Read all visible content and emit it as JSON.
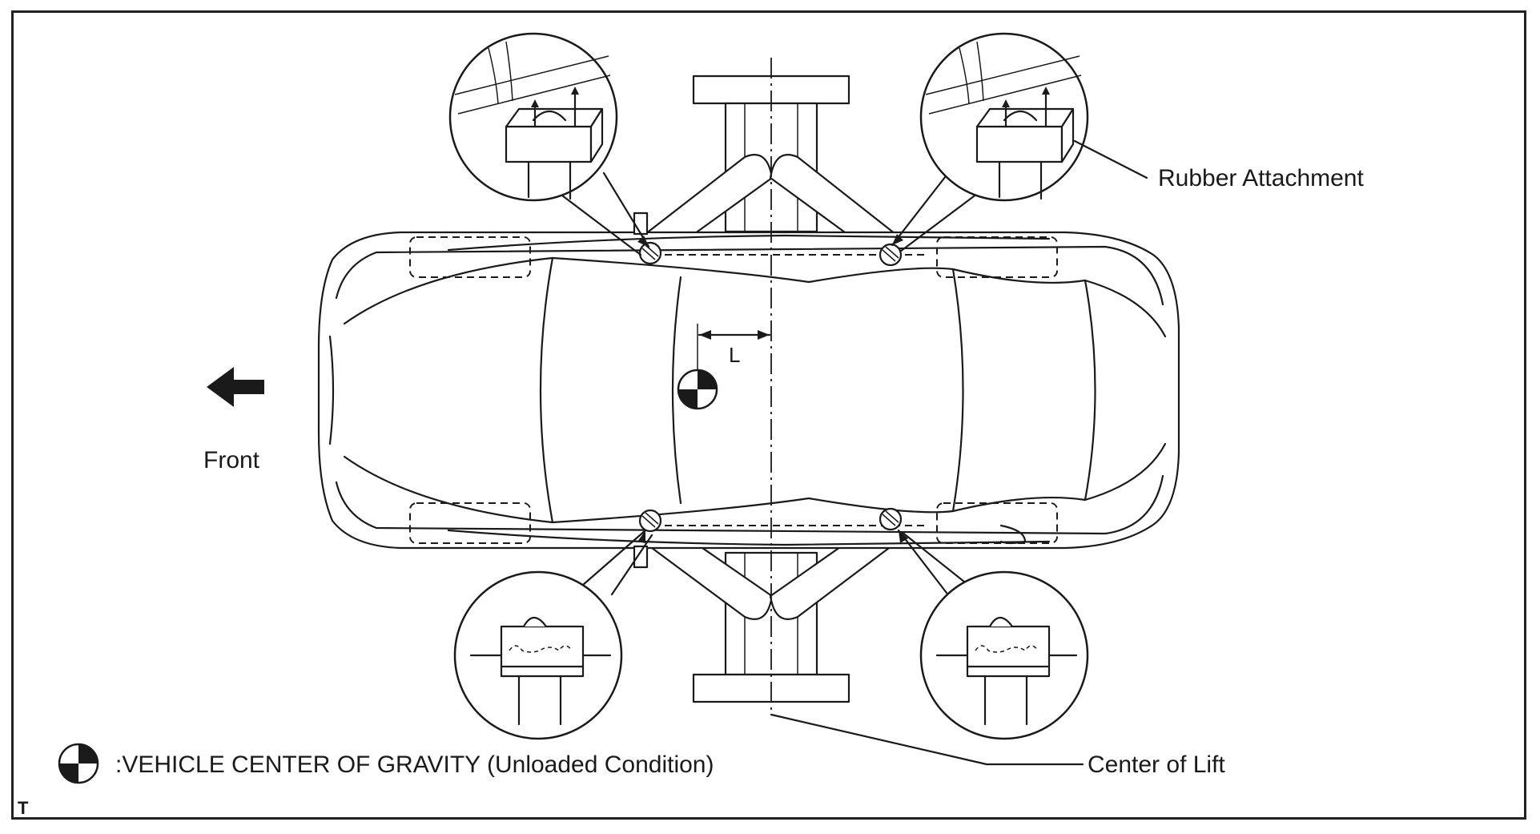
{
  "labels": {
    "rubber_attachment": "Rubber Attachment",
    "front": "Front",
    "distance_marker": "L",
    "legend_text": ":VEHICLE CENTER OF GRAVITY (Unloaded Condition)",
    "center_of_lift": "Center of Lift",
    "corner_code": "T"
  },
  "colors": {
    "ink": "#1a1a1a",
    "background": "#ffffff"
  }
}
